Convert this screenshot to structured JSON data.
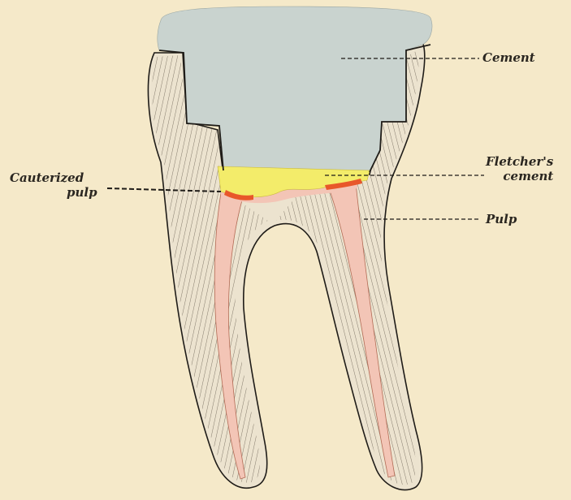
{
  "labels": {
    "cement": "Cement",
    "fletchers_line1": "Fletcher's",
    "fletchers_line2": "cement",
    "pulp": "Pulp",
    "cauterized_line1": "Cauterized",
    "cauterized_line2": "pulp"
  },
  "colors": {
    "background": "#f5e9c9",
    "cement_fill": "#c9d3cf",
    "fletchers_cement": "#f3ec6a",
    "cauterized_pulp": "#e8572a",
    "pulp_canal": "#f3c5b6",
    "dentin": "#ece3cf",
    "outline": "#1f1c18"
  }
}
